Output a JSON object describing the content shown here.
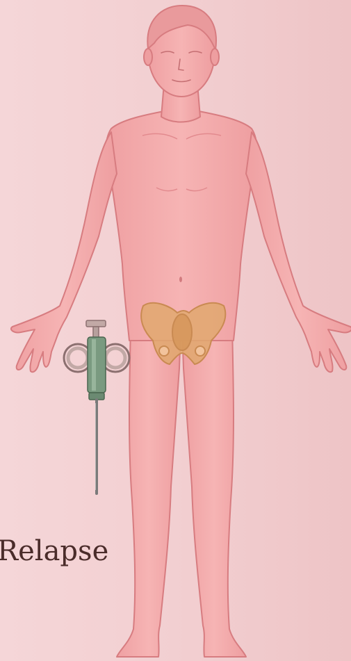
{
  "caption": {
    "label": "Relapse"
  },
  "colors": {
    "skin": "#f2a6a6",
    "skin_shade": "#e58f92",
    "outline": "#d77c80",
    "pelvis": "#e0a86e",
    "pelvis_shade": "#c98a52",
    "syringe_body": "#7a9a80",
    "syringe_handle": "#c2a9a6",
    "needle": "#8a8a8a",
    "text": "#4a2c2a"
  },
  "icons": [
    "human-body-figure",
    "pelvis-bone",
    "bone-marrow-biopsy-needle"
  ]
}
